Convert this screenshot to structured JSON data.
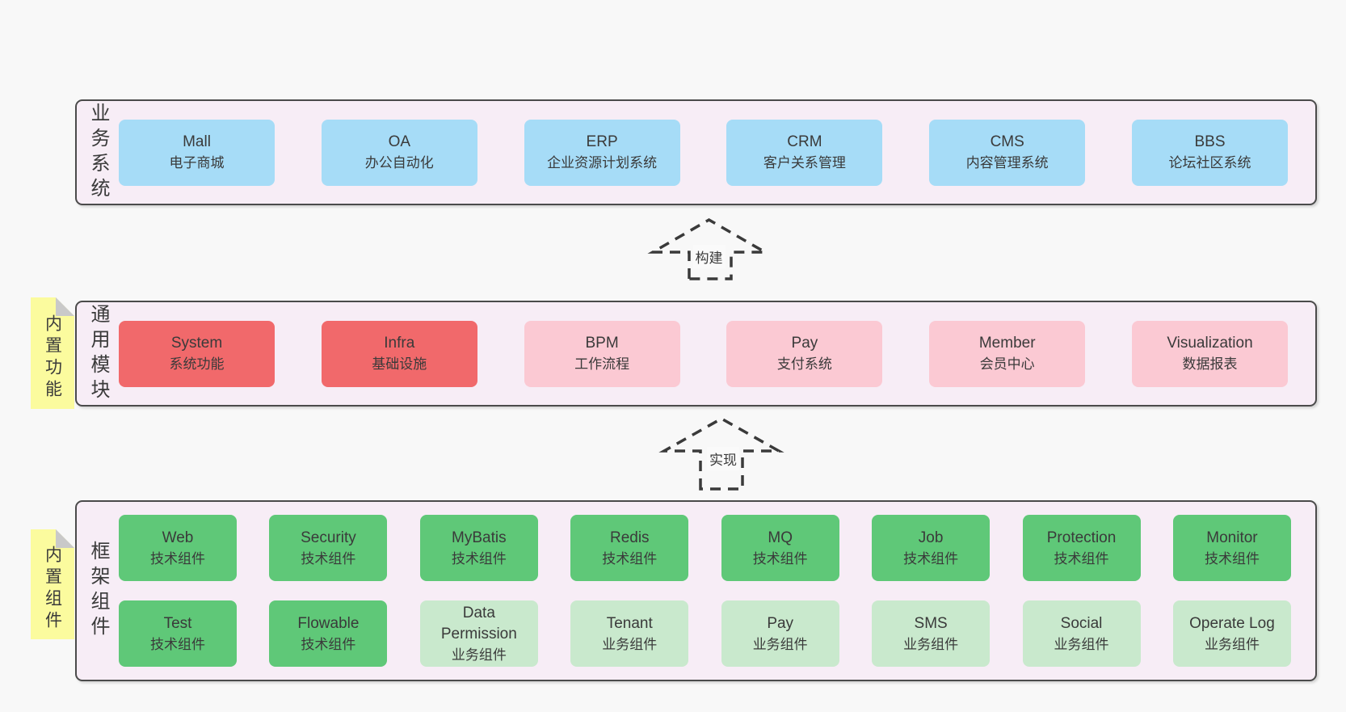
{
  "colors": {
    "page_bg": "#f8f8f8",
    "panel_bg": "#f7edf6",
    "panel_border": "#4b4b4b",
    "blue": "#a6dcf7",
    "red": "#f1696b",
    "pink": "#fbc9d3",
    "green_dark": "#5fc878",
    "green_light": "#c9e9cd",
    "yellow": "#fbfb9e",
    "fold": "#c9c9c9",
    "ink": "#3a3a3a",
    "dash": "#3a3a3a"
  },
  "arrows": [
    {
      "label": "构建"
    },
    {
      "label": "实现"
    }
  ],
  "sections": [
    {
      "label": "业务系统",
      "boxes": [
        {
          "title": "Mall",
          "subtitle": "电子商城"
        },
        {
          "title": "OA",
          "subtitle": "办公自动化"
        },
        {
          "title": "ERP",
          "subtitle": "企业资源计划系统"
        },
        {
          "title": "CRM",
          "subtitle": "客户关系管理"
        },
        {
          "title": "CMS",
          "subtitle": "内容管理系统"
        },
        {
          "title": "BBS",
          "subtitle": "论坛社区系统"
        }
      ]
    },
    {
      "label": "通用模块",
      "note": "内置功能",
      "boxes": [
        {
          "title": "System",
          "subtitle": "系统功能"
        },
        {
          "title": "Infra",
          "subtitle": "基础设施"
        },
        {
          "title": "BPM",
          "subtitle": "工作流程"
        },
        {
          "title": "Pay",
          "subtitle": "支付系统"
        },
        {
          "title": "Member",
          "subtitle": "会员中心"
        },
        {
          "title": "Visualization",
          "subtitle": "数据报表"
        }
      ]
    },
    {
      "label": "框架组件",
      "note": "内置组件",
      "rows": [
        [
          {
            "title": "Web",
            "subtitle": "技术组件"
          },
          {
            "title": "Security",
            "subtitle": "技术组件"
          },
          {
            "title": "MyBatis",
            "subtitle": "技术组件"
          },
          {
            "title": "Redis",
            "subtitle": "技术组件"
          },
          {
            "title": "MQ",
            "subtitle": "技术组件"
          },
          {
            "title": "Job",
            "subtitle": "技术组件"
          },
          {
            "title": "Protection",
            "subtitle": "技术组件"
          },
          {
            "title": "Monitor",
            "subtitle": "技术组件"
          }
        ],
        [
          {
            "title": "Test",
            "subtitle": "技术组件"
          },
          {
            "title": "Flowable",
            "subtitle": "技术组件"
          },
          {
            "title": "Data Permission",
            "subtitle": "业务组件"
          },
          {
            "title": "Tenant",
            "subtitle": "业务组件"
          },
          {
            "title": "Pay",
            "subtitle": "业务组件"
          },
          {
            "title": "SMS",
            "subtitle": "业务组件"
          },
          {
            "title": "Social",
            "subtitle": "业务组件"
          },
          {
            "title": "Operate Log",
            "subtitle": "业务组件"
          }
        ]
      ]
    }
  ]
}
